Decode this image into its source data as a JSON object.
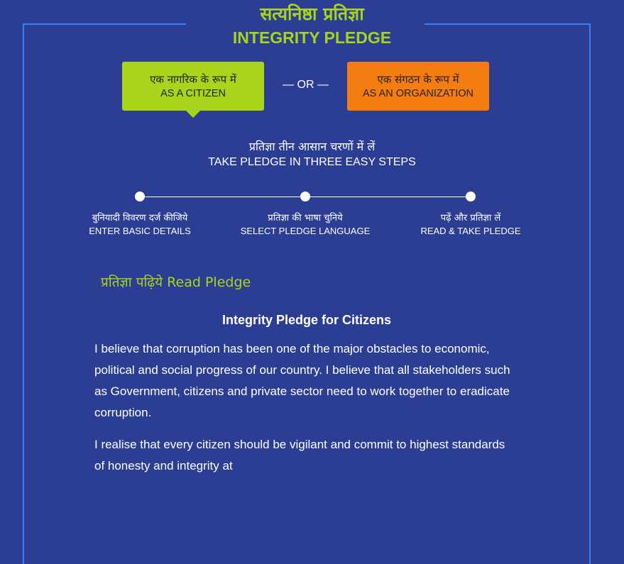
{
  "header": {
    "title_hindi": "सत्यनिष्ठा प्रतिज्ञा",
    "title_english": "INTEGRITY PLEDGE"
  },
  "choice": {
    "citizen": {
      "hindi": "एक नागरिक के रूप में",
      "english": "AS A CITIZEN",
      "color": "#a8d41c"
    },
    "separator": "— OR —",
    "organization": {
      "hindi": "एक संगठन के रूप में",
      "english": "AS AN ORGANIZATION",
      "color": "#f57c10"
    }
  },
  "steps": {
    "title_hindi": "प्रतिज्ञा तीन आसान चरणों में लें",
    "title_english": "TAKE PLEDGE IN THREE EASY STEPS",
    "items": [
      {
        "hindi": "बुनियादी विवरण दर्ज कीजिये",
        "english": "ENTER BASIC DETAILS"
      },
      {
        "hindi": "प्रतिज्ञा की भाषा चुनिये",
        "english": "SELECT PLEDGE LANGUAGE"
      },
      {
        "hindi": "पढ़ें और प्रतिज्ञा लें",
        "english": "READ & TAKE PLEDGE"
      }
    ]
  },
  "pledge": {
    "heading": "प्रतिज्ञा पढ़िये Read Pledge",
    "title": "Integrity Pledge for Citizens",
    "paragraphs": [
      "I believe that corruption has been one of the major obstacles to economic, political and social progress of our country. I believe that all stakeholders such as Government, citizens and private sector need to work together to eradicate corruption.",
      "I realise that every citizen should be vigilant and commit to highest standards of honesty and integrity at"
    ]
  },
  "colors": {
    "background": "#2c3e94",
    "accent_green": "#a8d41c",
    "accent_orange": "#f57c10",
    "frame_blue": "#3a7ff0"
  }
}
